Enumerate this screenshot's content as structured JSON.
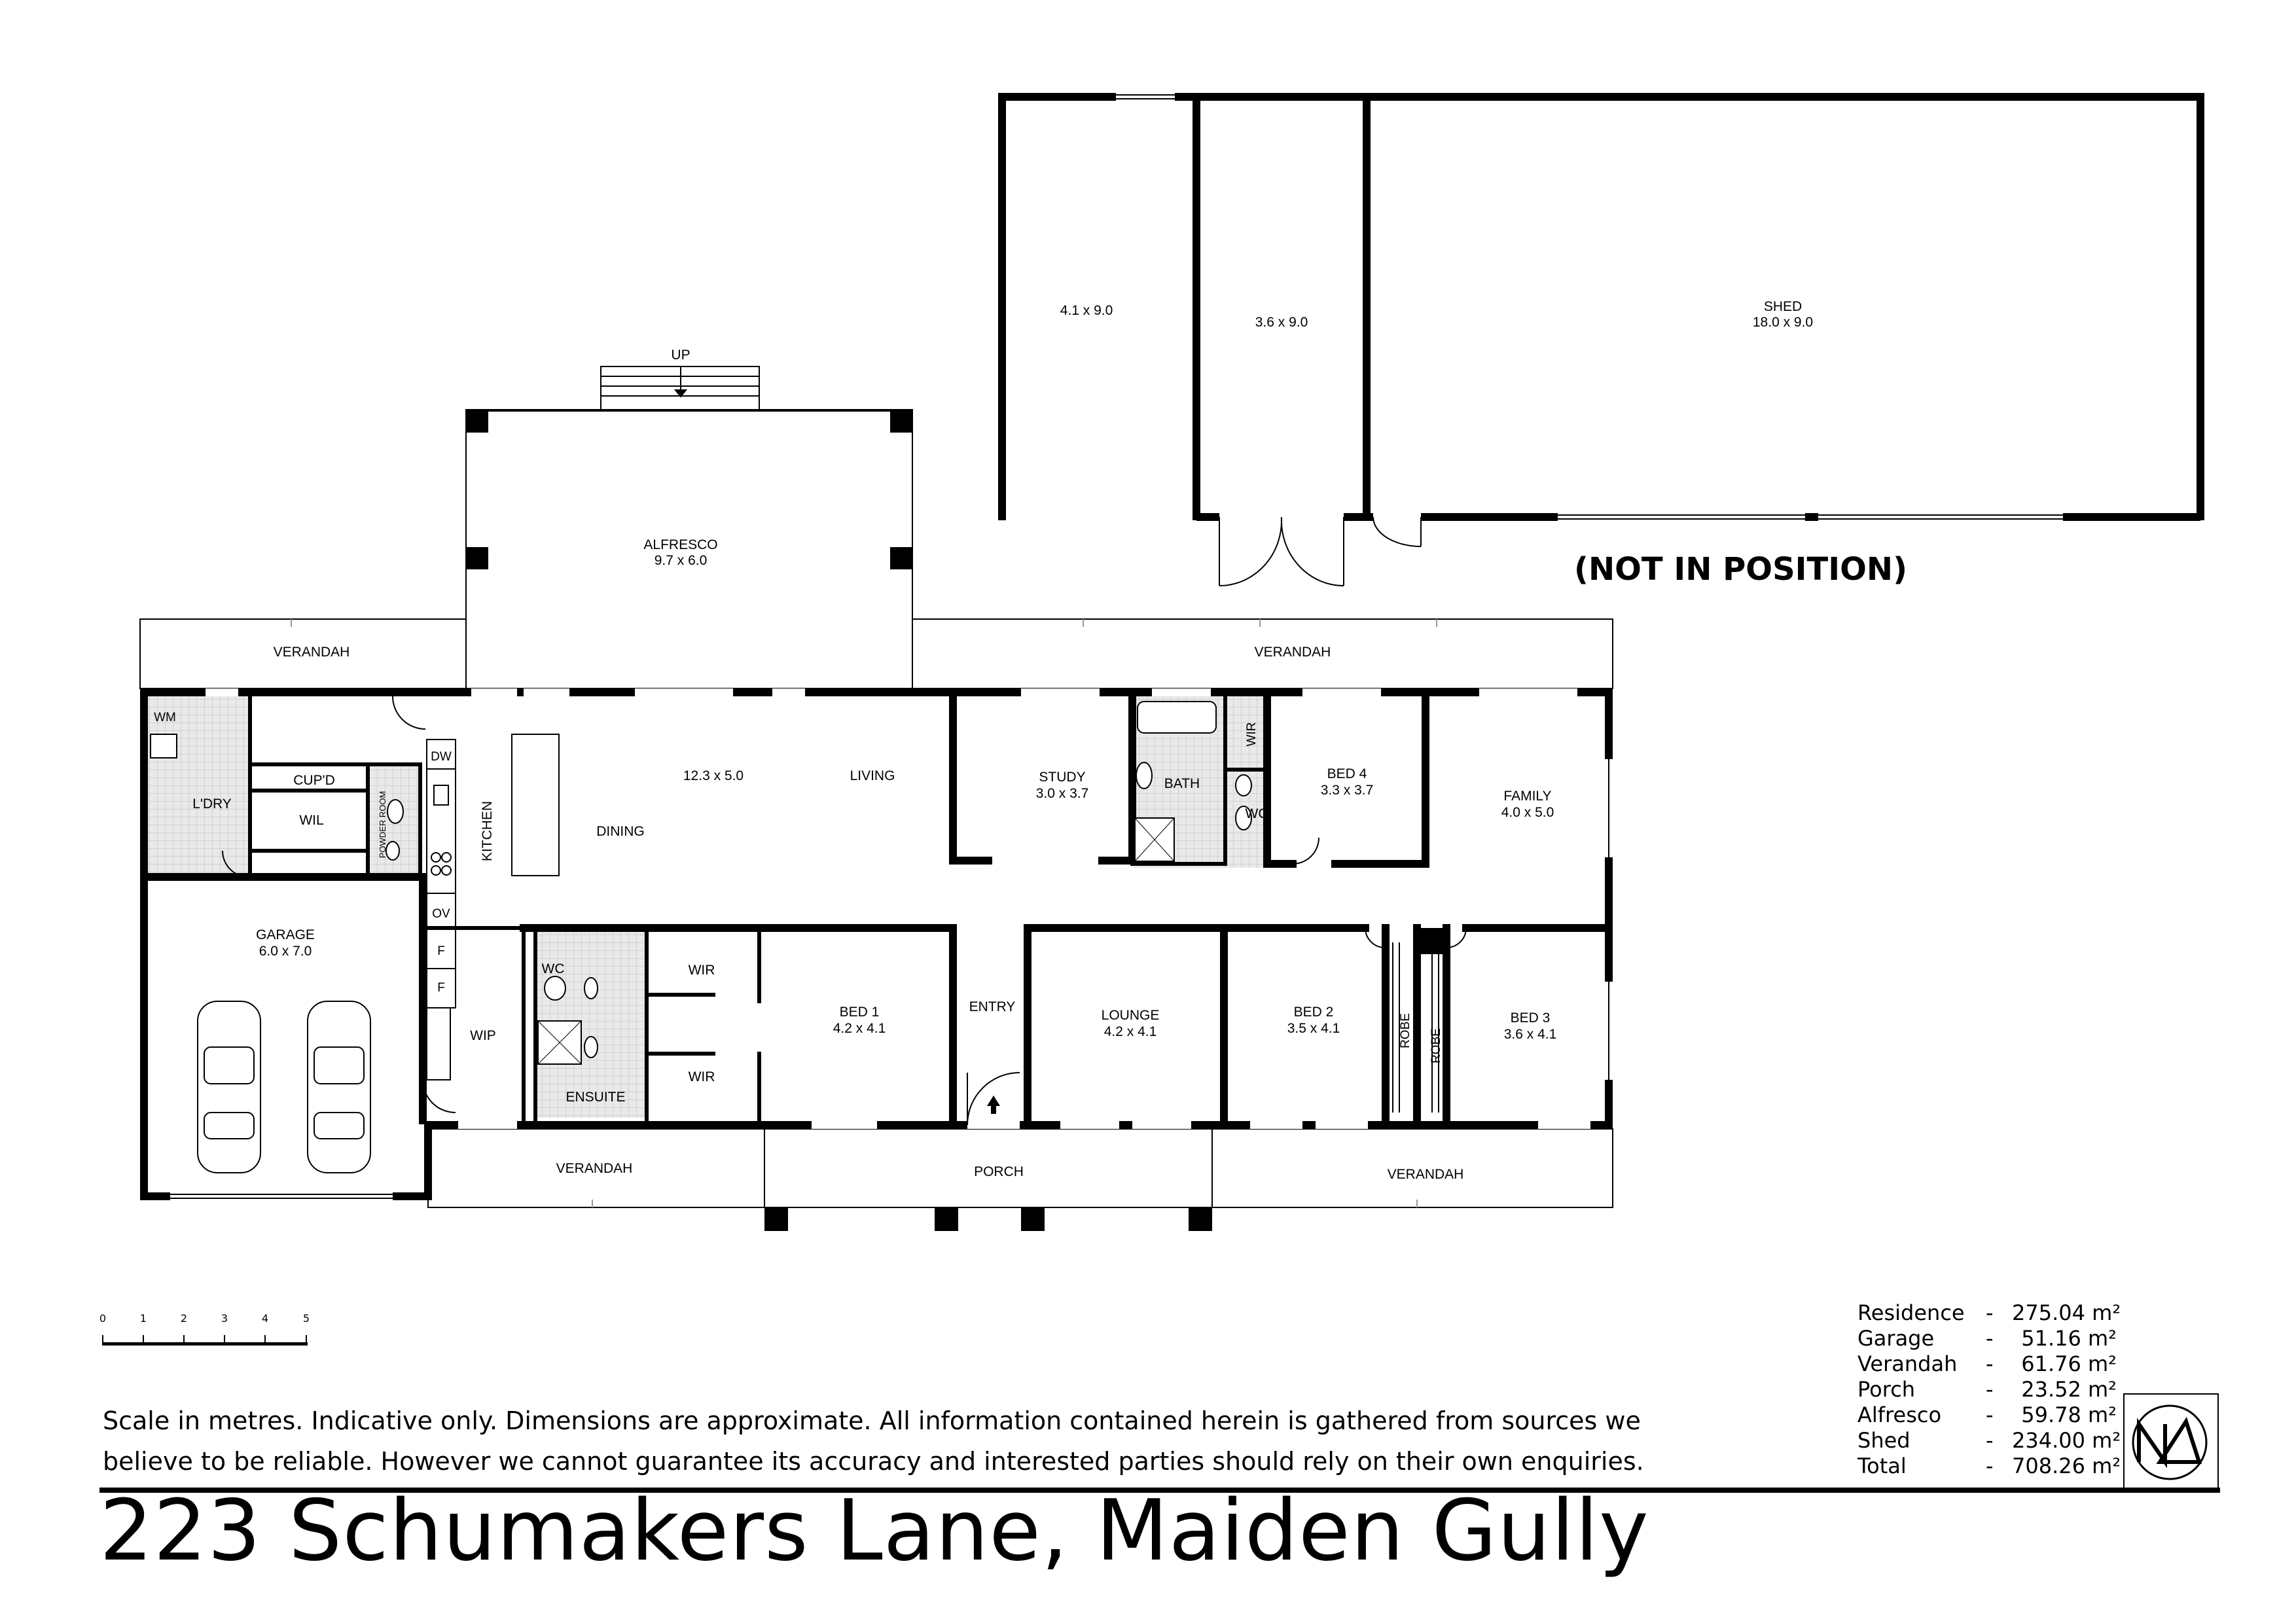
{
  "rooms": {
    "shed1": {
      "dims": "4.1 x 9.0"
    },
    "shed2": {
      "dims": "3.6 x 9.0"
    },
    "shed3": {
      "name": "SHED",
      "dims": "18.0 x 9.0"
    },
    "up": "UP",
    "alfresco": {
      "name": "ALFRESCO",
      "dims": "9.7 x 6.0"
    },
    "verandah_nw": "VERANDAH",
    "verandah_ne": "VERANDAH",
    "verandah_sw": "VERANDAH",
    "verandah_se": "VERANDAH",
    "porch": "PORCH",
    "wm": "WM",
    "ldry": "L'DRY",
    "cupd": "CUP'D",
    "wil": "WIL",
    "powder": "POWDER ROOM",
    "dw": "DW",
    "ov": "OV",
    "f1": "F",
    "f2": "F",
    "kitchen": "KITCHEN",
    "dining": "DINING",
    "living_dims": "12.3 x 5.0",
    "living": "LIVING",
    "study": {
      "name": "STUDY",
      "dims": "3.0 x 3.7"
    },
    "bath": "BATH",
    "wir_bath": "WIR",
    "wc_bath": "WC",
    "bed4": {
      "name": "BED 4",
      "dims": "3.3 x 3.7"
    },
    "family": {
      "name": "FAMILY",
      "dims": "4.0 x 5.0"
    },
    "garage": {
      "name": "GARAGE",
      "dims": "6.0 x 7.0"
    },
    "wip": "WIP",
    "wc_ensuite": "WC",
    "ensuite": "ENSUITE",
    "wir1": "WIR",
    "wir2": "WIR",
    "bed1": {
      "name": "BED 1",
      "dims": "4.2 x 4.1"
    },
    "entry": "ENTRY",
    "lounge": {
      "name": "LOUNGE",
      "dims": "4.2 x 4.1"
    },
    "bed2": {
      "name": "BED 2",
      "dims": "3.5 x 4.1"
    },
    "robe1": "ROBE",
    "robe2": "ROBE",
    "bed3": {
      "name": "BED 3",
      "dims": "3.6 x 4.1"
    }
  },
  "not_in_position": "(NOT IN POSITION)",
  "scale": {
    "ticks": [
      "0",
      "1",
      "2",
      "3",
      "4",
      "5"
    ]
  },
  "disclaimer": {
    "line1": "Scale in metres. Indicative only. Dimensions are approximate.  All information contained herein is gathered from sources we",
    "line2": "believe to be reliable. However we cannot guarantee its accuracy and interested parties should rely on their own enquiries."
  },
  "areas": [
    {
      "label": "Residence",
      "value": "275.04 m²"
    },
    {
      "label": "Garage",
      "value": "51.16 m²"
    },
    {
      "label": "Verandah",
      "value": "61.76 m²"
    },
    {
      "label": "Porch",
      "value": "23.52 m²"
    },
    {
      "label": "Alfresco",
      "value": "59.78 m²"
    },
    {
      "label": "Shed",
      "value": "234.00 m²"
    },
    {
      "label": "Total",
      "value": "708.26 m²"
    }
  ],
  "area_dash": "-",
  "address": "223 Schumakers Lane, Maiden Gully"
}
